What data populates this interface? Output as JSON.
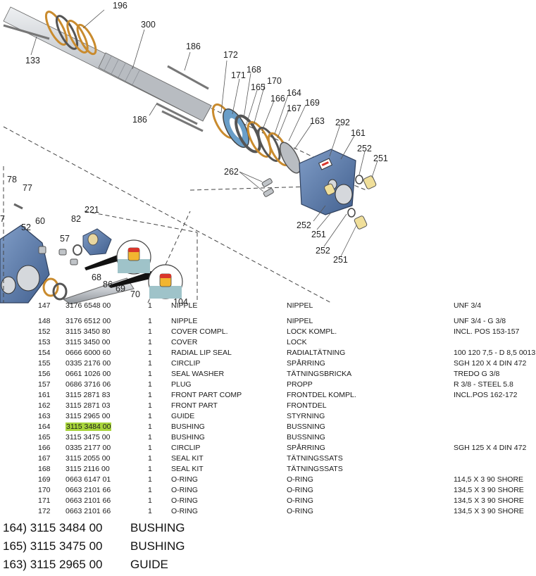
{
  "diagram": {
    "callouts": [
      "196",
      "300",
      "133",
      "186",
      "172",
      "171",
      "168",
      "170",
      "165",
      "166",
      "164",
      "167",
      "169",
      "186",
      "163",
      "292",
      "161",
      "252",
      "251",
      "262",
      "78",
      "77",
      "221",
      "82",
      "60",
      "52",
      "57",
      "252",
      "251",
      "252",
      "251",
      "68",
      "86",
      "69",
      "70",
      "104",
      "7"
    ],
    "colors": {
      "housing": "#5b79a8",
      "ring": "#c98b2e",
      "shaft": "#c8ccd0",
      "indicator_red": "#d9362b",
      "indicator_yellow": "#f2b530",
      "indicator_bg": "#9fc3c9"
    }
  },
  "parts": {
    "partial_row": {
      "pos": "147",
      "num": "3176 6548 00",
      "qty": "1",
      "en": "NIPPLE",
      "sv": "NIPPEL",
      "note": "UNF 3/4"
    },
    "rows": [
      {
        "pos": "148",
        "num": "3176 6512 00",
        "qty": "1",
        "en": "NIPPLE",
        "sv": "NIPPEL",
        "note": "UNF  3/4 - G 3/8"
      },
      {
        "pos": "152",
        "num": "3115 3450 80",
        "qty": "1",
        "en": "COVER COMPL.",
        "sv": "LOCK KOMPL.",
        "note": "INCL. POS 153-157"
      },
      {
        "pos": "153",
        "num": "3115 3450 00",
        "qty": "1",
        "en": "COVER",
        "sv": "LOCK",
        "note": ""
      },
      {
        "pos": "154",
        "num": "0666 6000 60",
        "qty": "1",
        "en": "RADIAL LIP SEAL",
        "sv": "RADIALTÄTNING",
        "note": "100 120 7,5 - D 8,5 0013"
      },
      {
        "pos": "155",
        "num": "0335 2176 00",
        "qty": "1",
        "en": "CIRCLIP",
        "sv": "SPÅRRING",
        "note": "SGH 120 X 4 DIN 472"
      },
      {
        "pos": "156",
        "num": "0661 1026 00",
        "qty": "1",
        "en": "SEAL WASHER",
        "sv": "TÄTNINGSBRICKA",
        "note": "TREDO G 3/8"
      },
      {
        "pos": "157",
        "num": "0686 3716 06",
        "qty": "1",
        "en": "PLUG",
        "sv": "PROPP",
        "note": "R 3/8 - STEEL 5.8"
      },
      {
        "pos": "161",
        "num": "3115 2871 83",
        "qty": "1",
        "en": "FRONT PART COMP",
        "sv": "FRONTDEL KOMPL.",
        "note": "INCL.POS 162-172"
      },
      {
        "pos": "162",
        "num": "3115 2871 03",
        "qty": "1",
        "en": "FRONT PART",
        "sv": "FRONTDEL",
        "note": ""
      },
      {
        "pos": "163",
        "num": "3115 2965 00",
        "qty": "1",
        "en": "GUIDE",
        "sv": "STYRNING",
        "note": ""
      },
      {
        "pos": "164",
        "num": "3115 3484 00",
        "qty": "1",
        "en": "BUSHING",
        "sv": "BUSSNING",
        "note": ""
      },
      {
        "pos": "165",
        "num": "3115 3475 00",
        "qty": "1",
        "en": "BUSHING",
        "sv": "BUSSNING",
        "note": ""
      },
      {
        "pos": "166",
        "num": "0335 2177 00",
        "qty": "1",
        "en": "CIRCLIP",
        "sv": "SPÅRRING",
        "note": "SGH 125 X 4 DIN 472"
      },
      {
        "pos": "167",
        "num": "3115 2055 00",
        "qty": "1",
        "en": "SEAL KIT",
        "sv": "TÄTNINGSSATS",
        "note": ""
      },
      {
        "pos": "168",
        "num": "3115 2116 00",
        "qty": "1",
        "en": "SEAL KIT",
        "sv": "TÄTNINGSSATS",
        "note": ""
      },
      {
        "pos": "169",
        "num": "0663 6147 01",
        "qty": "1",
        "en": "O-RING",
        "sv": "O-RING",
        "note": "114,5 X 3  90 SHORE"
      },
      {
        "pos": "170",
        "num": "0663 2101 66",
        "qty": "1",
        "en": "O-RING",
        "sv": "O-RING",
        "note": "134,5 X 3  90 SHORE"
      },
      {
        "pos": "171",
        "num": "0663 2101 66",
        "qty": "1",
        "en": "O-RING",
        "sv": "O-RING",
        "note": "134,5 X 3  90 SHORE"
      },
      {
        "pos": "172",
        "num": "0663 2101 66",
        "qty": "1",
        "en": "O-RING",
        "sv": "O-RING",
        "note": "134,5 X 3  90 SHORE"
      }
    ],
    "highlight_color": "#a9d63c"
  },
  "summary": [
    {
      "code": "164) 3115 3484 00",
      "name": "BUSHING"
    },
    {
      "code": "165) 3115 3475 00",
      "name": "BUSHING"
    },
    {
      "code": "163) 3115 2965 00",
      "name": "GUIDE"
    }
  ]
}
